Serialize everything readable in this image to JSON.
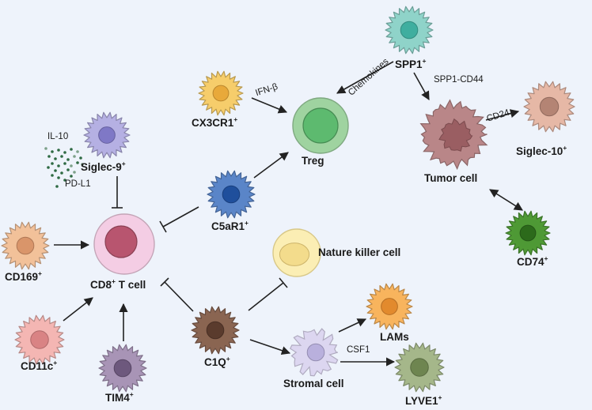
{
  "nodes": {
    "treg": {
      "label": "Treg",
      "sup": "",
      "color": "#9fd3a0",
      "core": "#5dba6f"
    },
    "spp1": {
      "label": "SPP1",
      "sup": "+",
      "color": "#8fd3c9",
      "core": "#3fae9f"
    },
    "cx3cr1": {
      "label": "CX3CR1",
      "sup": "+",
      "color": "#f6cd6b",
      "core": "#e8a93a"
    },
    "siglec9": {
      "label": "Siglec-9",
      "sup": "+",
      "color": "#b5b0e3",
      "core": "#7f78c6"
    },
    "c5ar1": {
      "label": "C5aR1",
      "sup": "+",
      "color": "#5a85c8",
      "core": "#1f4f9c"
    },
    "tumor": {
      "label": "Tumor cell",
      "sup": "",
      "color": "#b98688",
      "core": "#9a5e62"
    },
    "siglec10": {
      "label": "Siglec-10",
      "sup": "+",
      "color": "#e6b8a6",
      "core": "#b48474"
    },
    "cd169": {
      "label": "CD169",
      "sup": "+",
      "color": "#f2c19a",
      "core": "#d9956a"
    },
    "cd8": {
      "label": "CD8",
      "sup": "+",
      "suffix": " T cell",
      "color": "#f4cde4",
      "core": "#b8556f"
    },
    "nk": {
      "label": "Nature killer cell",
      "sup": "",
      "color": "#fbeeb4",
      "core": "#f3dc8c"
    },
    "cd74": {
      "label": "CD74",
      "sup": "+",
      "color": "#4f9a35",
      "core": "#2c6a1b"
    },
    "cd11c": {
      "label": "CD11c",
      "sup": "+",
      "color": "#f4b6b3",
      "core": "#d98384"
    },
    "tim4": {
      "label": "TIM4",
      "sup": "+",
      "color": "#a894b6",
      "core": "#6d587d"
    },
    "c1q": {
      "label": "C1Q",
      "sup": "+",
      "color": "#8a6552",
      "core": "#5a3b2d"
    },
    "lams": {
      "label": "LAMs",
      "sup": "",
      "color": "#f8b45e",
      "core": "#e28a2d"
    },
    "stromal": {
      "label": "Stromal cell",
      "sup": "",
      "color": "#dcd6f0",
      "core": "#b9b0dd"
    },
    "lyve1": {
      "label": "LYVE1",
      "sup": "+",
      "color": "#a5b78a",
      "core": "#6e8550"
    }
  },
  "edge_labels": {
    "ifn": "IFN-β",
    "chemokines": "Chemokines",
    "spp1_cd44": "SPP1-CD44",
    "cd24": "CD24",
    "csf1": "CSF1",
    "il10": "IL-10",
    "pdl1": "PD-L1"
  }
}
